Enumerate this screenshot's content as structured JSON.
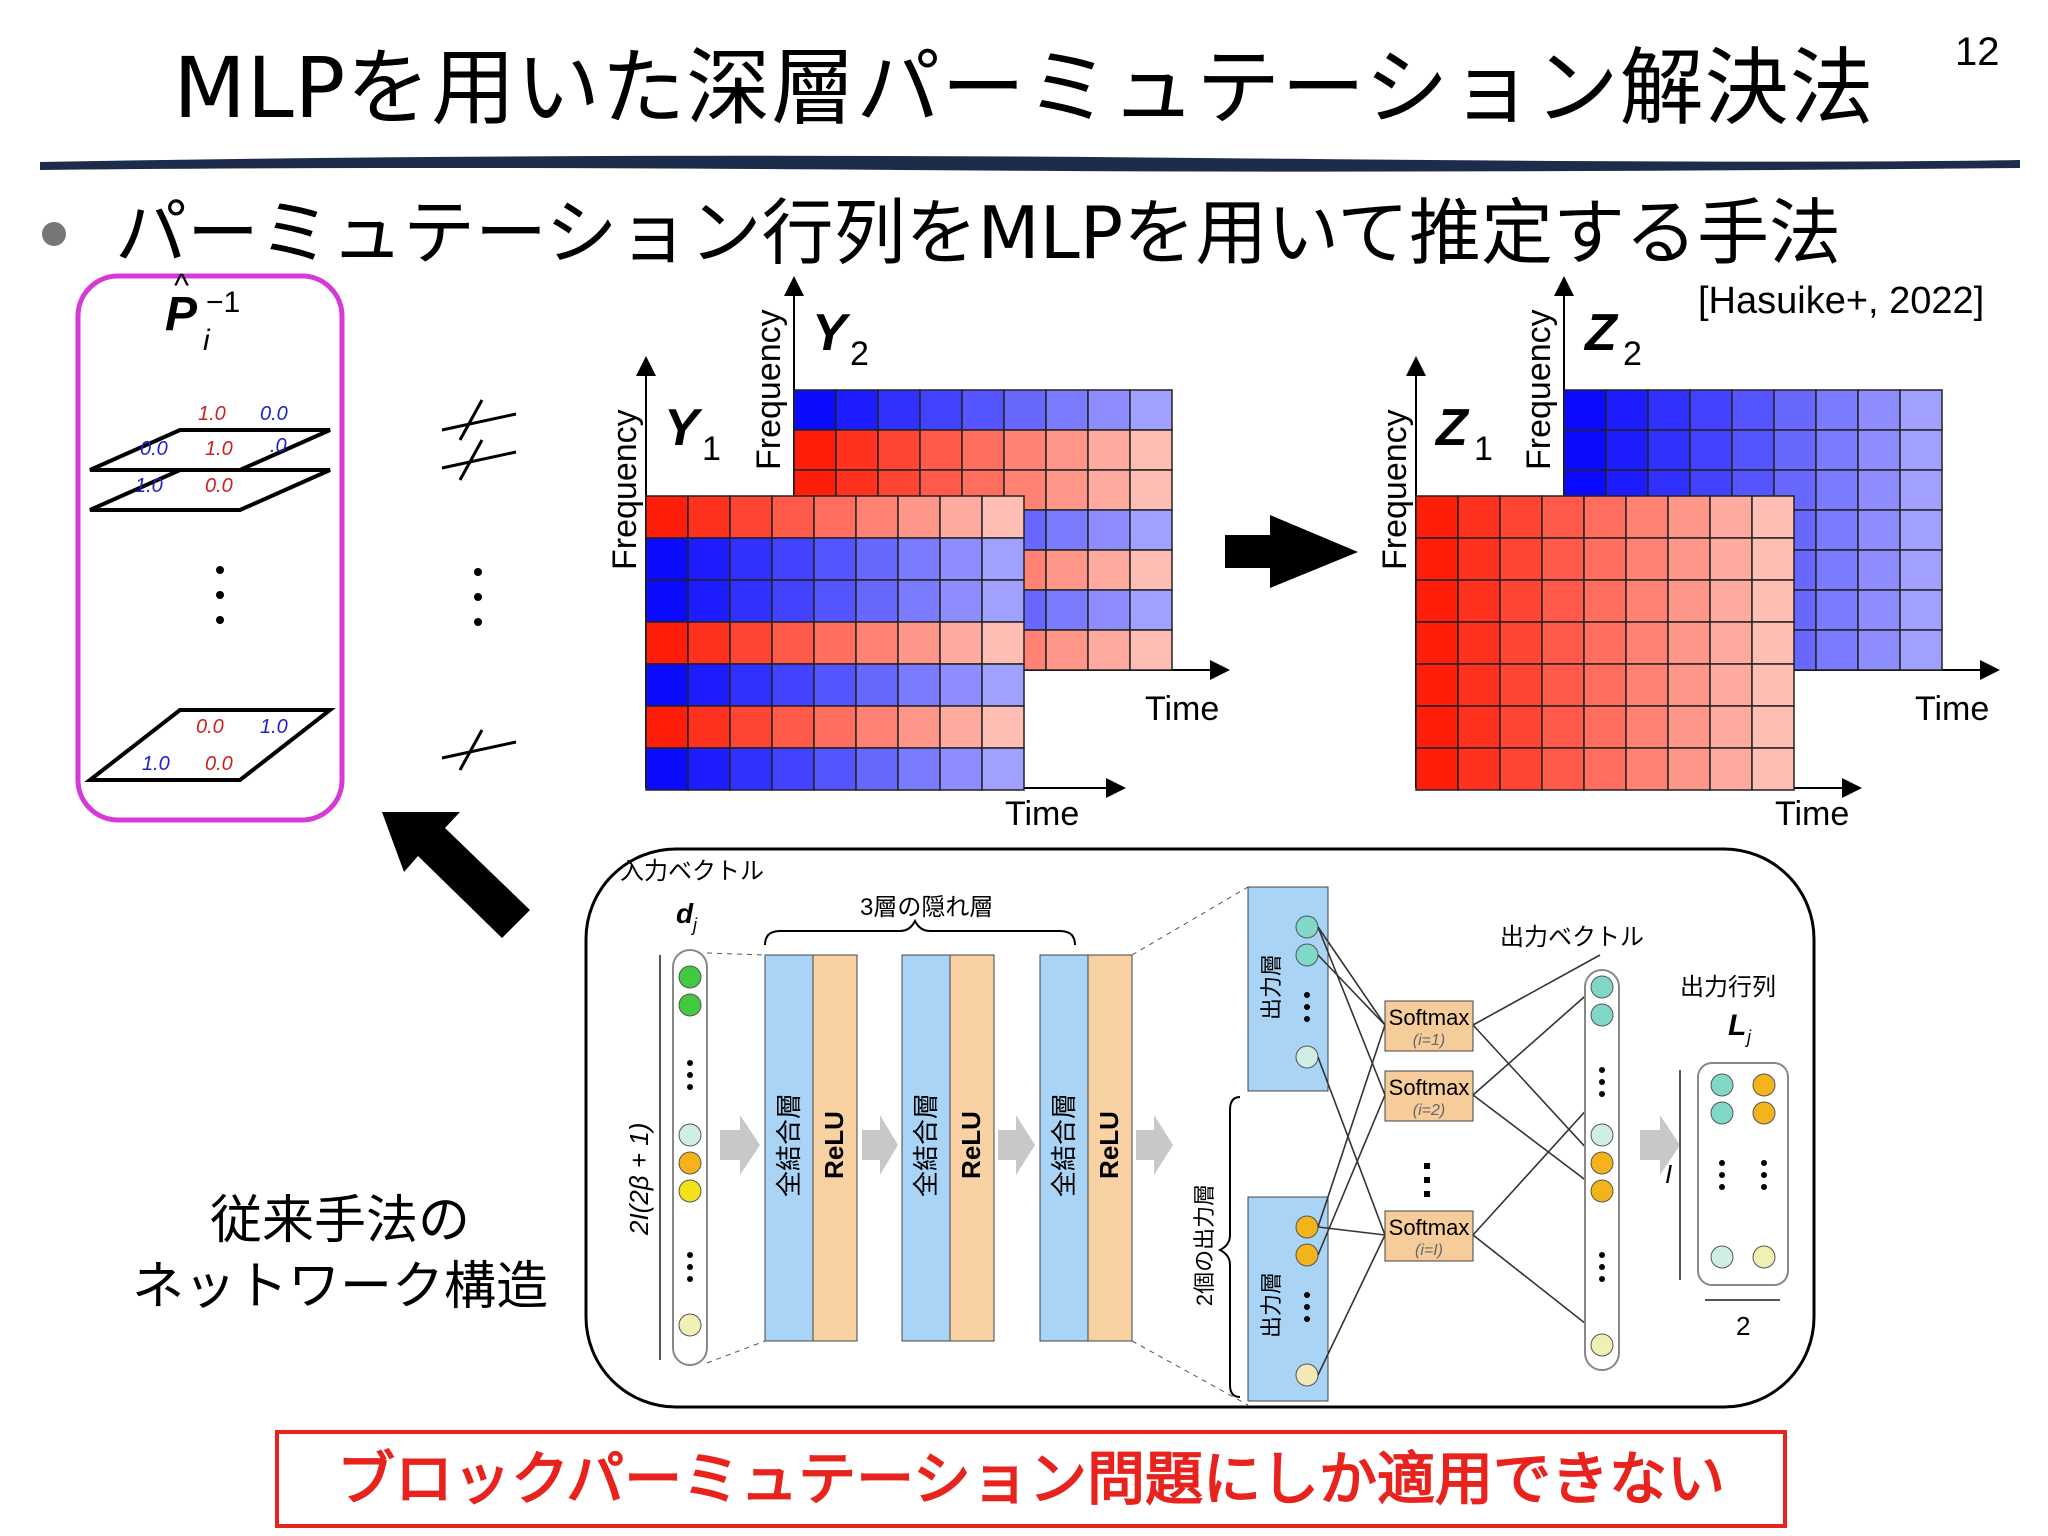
{
  "slide": {
    "title": "MLPを用いた深層パーミュテーション解決法",
    "page_number": "12",
    "bullet": "パーミュテーション行列をMLPを用いて推定する手法",
    "citation": "[Hasuike+, 2022]",
    "conventional_label_line1": "従来手法の",
    "conventional_label_line2": "ネットワーク構造",
    "bottom_note": "ブロックパーミュテーション問題にしか適用できない"
  },
  "permutation_box": {
    "symbol_main": "P",
    "symbol_sub": "i",
    "symbol_sup": "−1",
    "plane_top_values": [
      "1.0",
      "0.0",
      "0.0",
      "1.0"
    ],
    "plane_mid_values": [
      "1.0",
      "0.0",
      ".0"
    ],
    "plane_bottom_values": [
      "0.0",
      "1.0",
      "1.0",
      "0.0"
    ],
    "border_color": "#d63ad6"
  },
  "spectrograms": {
    "axis_frequency": "Frequency",
    "axis_time": "Time",
    "y1_label": "Y",
    "y1_sub": "1",
    "y2_label": "Y",
    "y2_sub": "2",
    "z1_label": "Z",
    "z1_sub": "1",
    "z2_label": "Z",
    "z2_sub": "2",
    "colors": {
      "red": "#ff1a00",
      "blue": "#0000ff"
    }
  },
  "network": {
    "input_vector_label": "入力ベクトル",
    "input_symbol": "d",
    "input_sub": "j",
    "input_dim_label": "2I(2β + 1)",
    "hidden_label": "3層の隠れ層",
    "fc_label": "全結合層",
    "relu_label": "ReLU",
    "output_layer_label": "出力層",
    "two_output_layers_label": "2個の出力層",
    "output_vector_label": "出力ベクトル",
    "output_matrix_label": "出力行列",
    "output_matrix_symbol": "L",
    "output_matrix_sub": "j",
    "softmax_label": "Softmax",
    "softmax1_sub": "(i=1)",
    "softmax2_sub": "(i=2)",
    "softmaxI_sub": "(i=I)",
    "rows_label": "I",
    "cols_label": "2",
    "colors": {
      "fc": "#a9d4f5",
      "relu": "#f8d2a3",
      "softmax": "#f6cd9a",
      "green": "#41c940",
      "teal": "#7fd8c8",
      "yellow": "#f2e21a",
      "orange": "#f3b31a",
      "pale_yellow": "#eef0b4",
      "pale_teal": "#cfeee5"
    }
  }
}
